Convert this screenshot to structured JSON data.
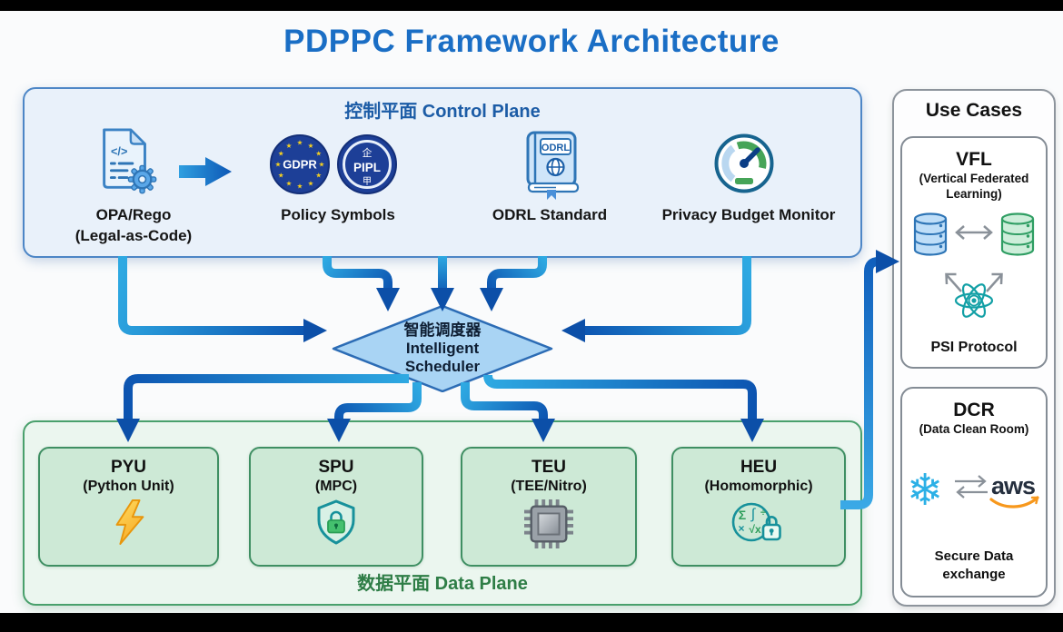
{
  "title": "PDPPC Framework Architecture",
  "colors": {
    "title_blue": "#1a6ec5",
    "control_plane_fill": "#e9f1fa",
    "control_plane_border": "#4d86c6",
    "control_plane_header_text": "#1c5ca6",
    "scheduler_fill": "#a9d4f4",
    "scheduler_border": "#2c6cb5",
    "data_plane_fill": "#ebf6ef",
    "data_plane_border": "#49a06c",
    "data_plane_unit_fill": "#cde9d6",
    "data_plane_label_green": "#2e7d46",
    "arrow_cyan": "#2ea9e2",
    "arrow_dark_blue": "#0c53b0",
    "use_cases_border": "#8d949c"
  },
  "control_plane": {
    "header": "控制平面 Control Plane",
    "items": [
      {
        "icon": "code-document-gear-icon",
        "line1": "OPA/Rego",
        "line2": "(Legal-as-Code)"
      },
      {
        "icon": "gdpr-pipl-badges",
        "line1": "Policy Symbols"
      },
      {
        "icon": "odrl-book-icon",
        "line1": "ODRL Standard"
      },
      {
        "icon": "gauge-icon",
        "line1": "Privacy Budget Monitor"
      }
    ]
  },
  "icons": {
    "star": "★",
    "code_glyph": "</>",
    "gdpr_label": "GDPR",
    "pipl_label": "PIPL",
    "pipl_top_glyph": "企",
    "pipl_bottom_glyph": "甲",
    "odrl_label": "ODRL",
    "math_symbols": {
      "sigma": "Σ",
      "integral": "∫",
      "divide": "÷",
      "multiply": "×",
      "sqrt": "√x"
    },
    "snowflake_glyph": "❄",
    "aws_label": "aws"
  },
  "scheduler": {
    "line1": "智能调度器",
    "line2": "Intelligent",
    "line3": "Scheduler"
  },
  "data_plane": {
    "label": "数据平面 Data Plane",
    "units": [
      {
        "title": "PYU",
        "subtitle": "(Python Unit)",
        "icon": "lightning-icon"
      },
      {
        "title": "SPU",
        "subtitle": "(MPC)",
        "icon": "shield-lock-icon"
      },
      {
        "title": "TEU",
        "subtitle": "(TEE/Nitro)",
        "icon": "cpu-chip-icon"
      },
      {
        "title": "HEU",
        "subtitle": "(Homomorphic)",
        "icon": "math-lock-icon"
      }
    ]
  },
  "use_cases": {
    "header": "Use Cases",
    "cards": [
      {
        "title": "VFL",
        "subtitle": "(Vertical Federated Learning)",
        "caption": "PSI Protocol",
        "icon": "federated-databases-atom-icon"
      },
      {
        "title": "DCR",
        "subtitle": "(Data Clean Room)",
        "caption_line1": "Secure Data",
        "caption_line2": "exchange",
        "icon": "snowflake-aws-exchange-icon"
      }
    ]
  }
}
